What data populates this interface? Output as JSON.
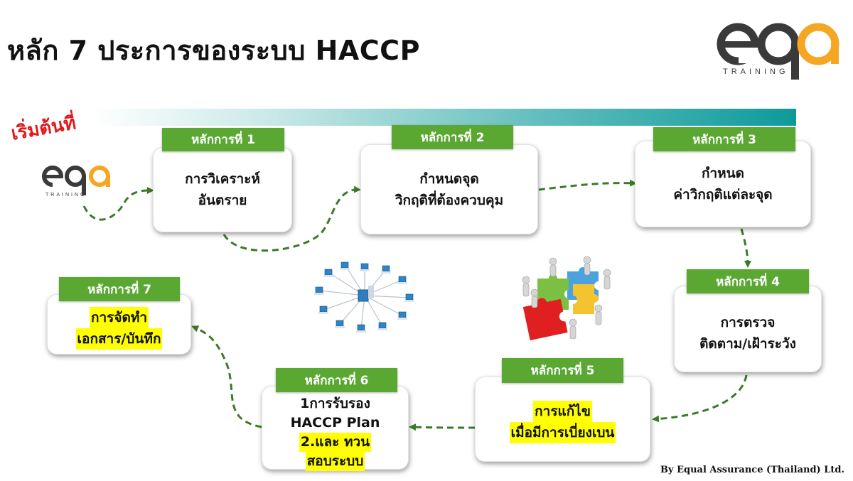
{
  "title": "หลัก 7 ประการของระบบ HACCP",
  "logo": {
    "letters": "eqa",
    "sub": "TRAINING"
  },
  "start_label": "เริ่มต้นที่",
  "principles": [
    {
      "tag": "หลักการที่ 1",
      "lines": [
        "การวิเคราะห์",
        "อันตราย"
      ]
    },
    {
      "tag": "หลักการที่ 2",
      "lines": [
        "กำหนดจุด",
        "วิกฤติที่ต้องควบคุม"
      ]
    },
    {
      "tag": "หลักการที่ 3",
      "lines": [
        "กำหนด",
        "ค่าวิกฤติแต่ละจุด"
      ]
    },
    {
      "tag": "หลักการที่ 4",
      "lines": [
        "การตรวจ",
        "ติดตาม/เฝ้าระวัง"
      ]
    },
    {
      "tag": "หลักการที่ 5",
      "lines": [
        "การแก้ไข",
        "เมื่อมีการเบี่ยงเบน"
      ]
    },
    {
      "tag": "หลักการที่ 6",
      "lines": [
        "1การรับรอง",
        "HACCP Plan",
        "2.และ ทวน",
        "สอบระบบ"
      ]
    },
    {
      "tag": "หลักการที่ 7",
      "lines": [
        "การจัดทำ",
        "เอกสาร/บันทึก"
      ]
    }
  ],
  "footer": "By Equal Assurance (Thailand) Ltd.",
  "colors": {
    "tag_green": "#5aa832",
    "arrow_green": "#3a7a28",
    "highlight": "#ffff00",
    "start_red": "#e11818",
    "bar_teal": "#0e9a9a",
    "logo_dark": "#3a3a3a",
    "logo_orange": "#f5a623"
  }
}
